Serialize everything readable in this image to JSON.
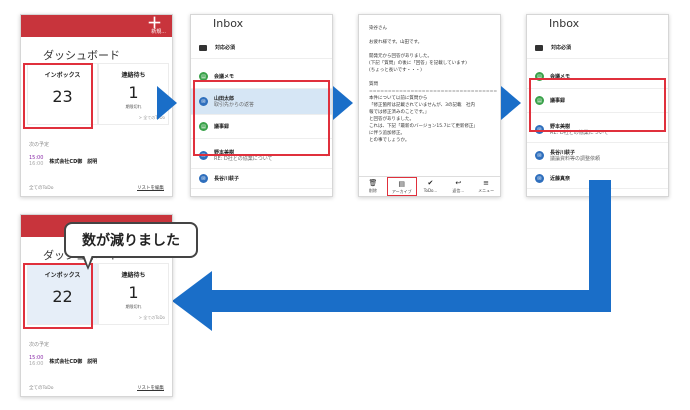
{
  "dashboard": {
    "add_label": "＋",
    "add_sub": "新規...",
    "title": "ダッシュボード",
    "inbox_label": "インボックス",
    "inbox_count_before": "23",
    "inbox_count_after": "22",
    "pending_label": "連絡待ち",
    "pending_count": "1",
    "pending_sub": "期限切れ",
    "pending_foot": "> 全てのToDo",
    "section_label": "次の予定",
    "event_time_start": "15:00",
    "event_time_end": "16:00",
    "event_title": "株式会社CD御　説明",
    "footer_left": "全てのToDo",
    "footer_right": "リストを編集"
  },
  "inbox": {
    "title": "Inbox",
    "folder_label": "対応必須",
    "items_before": [
      {
        "title": "会議メモ",
        "sub": "",
        "color": "green"
      },
      {
        "title": "山田太郎",
        "sub": "取引先からの返答",
        "color": "blue"
      },
      {
        "title": "議事録",
        "sub": "",
        "color": "green"
      },
      {
        "title": "野本美樹",
        "sub": "RE: D社との協業について",
        "color": "blue"
      },
      {
        "title": "長谷川萩子",
        "sub": "",
        "color": "blue"
      }
    ],
    "items_after": [
      {
        "title": "会議メモ",
        "sub": "",
        "color": "green"
      },
      {
        "title": "議事録",
        "sub": "",
        "color": "green"
      },
      {
        "title": "野本美樹",
        "sub": "RE: D社との協業について",
        "color": "blue"
      },
      {
        "title": "長谷川萩子",
        "sub": "議論資料等の調整依頼",
        "color": "blue"
      },
      {
        "title": "近藤真奈",
        "sub": "",
        "color": "blue"
      }
    ]
  },
  "mail": {
    "body": "染谷さん\n\nお疲れ様です。山田です。\n\n開発元から回答がありました。\n(下記「質問」の後に「回答」を記載しています)\n(ちょっと長いです・・・)\n\n質問\n==================================\n本件について以前に質問から\n「修正箇所は記載されていませんが、3の記載　社内\n報では修正済みのことです。」\nと回答がありました。\nこれは、下記「最新のバージョン15.7にて更新修正」\nに伴う追加修正。\nとの事でしょうか。",
    "toolbar": [
      {
        "icon": "trash-icon",
        "glyph": "🗑",
        "label": "削除"
      },
      {
        "icon": "archive-icon",
        "glyph": "▤",
        "label": "アーカイブ"
      },
      {
        "icon": "check-icon",
        "glyph": "✔",
        "label": "ToDo..."
      },
      {
        "icon": "reply-icon",
        "glyph": "↩",
        "label": "返信..."
      },
      {
        "icon": "menu-icon",
        "glyph": "≡",
        "label": "メニュー"
      }
    ]
  },
  "callout": {
    "text": "数が減りました"
  },
  "colors": {
    "accent_red": "#c8343c",
    "highlight": "#e0303c",
    "arrow_blue": "#1a6ec8",
    "selected_bg": "#d6e6f5"
  }
}
